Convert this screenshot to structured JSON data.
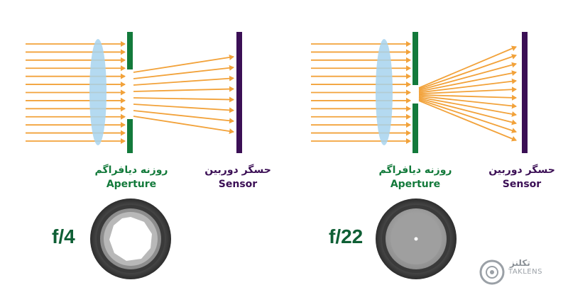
{
  "colors": {
    "ray": "#f2a23a",
    "lens": "#a7d3ee",
    "aperture": "#137a3b",
    "sensor": "#3b0f55",
    "fnumber": "#0f5f35"
  },
  "left_panel": {
    "aperture_label_fa": "روزنه دیافراگم",
    "aperture_label_en": "Aperture",
    "sensor_label_fa": "حسگر دوربین",
    "sensor_label_en": "Sensor",
    "f_number": "f/4"
  },
  "right_panel": {
    "aperture_label_fa": "روزنه دیافراگم",
    "aperture_label_en": "Aperture",
    "sensor_label_fa": "حسگر دوربین",
    "sensor_label_en": "Sensor",
    "f_number": "f/22"
  },
  "logo": {
    "name_fa": "تکلنز",
    "name_en": "TAKLENS",
    "icon": "camera-lens-logo-icon"
  }
}
